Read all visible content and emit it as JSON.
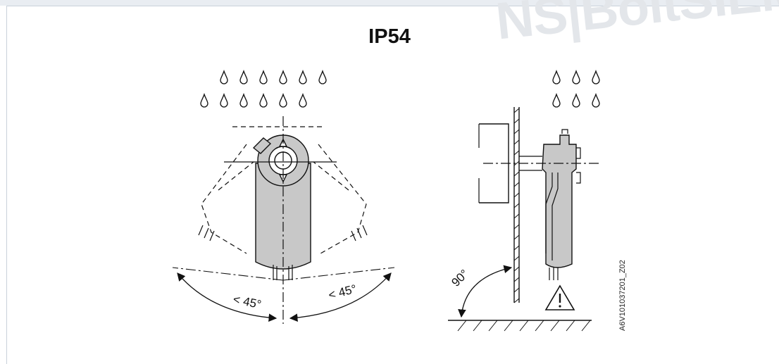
{
  "title": "IP54",
  "watermark": "NS|BoltSIEM",
  "left_angle": "< 45°",
  "right_angle": "< 45°",
  "wall_angle": "90°",
  "document_code": "A6V101037201_Z02",
  "icons": {
    "rain": "water-drop-icon",
    "warning": "warning-triangle-icon"
  },
  "colors": {
    "actuator_fill": "#c8c8c8",
    "line": "#111111"
  }
}
